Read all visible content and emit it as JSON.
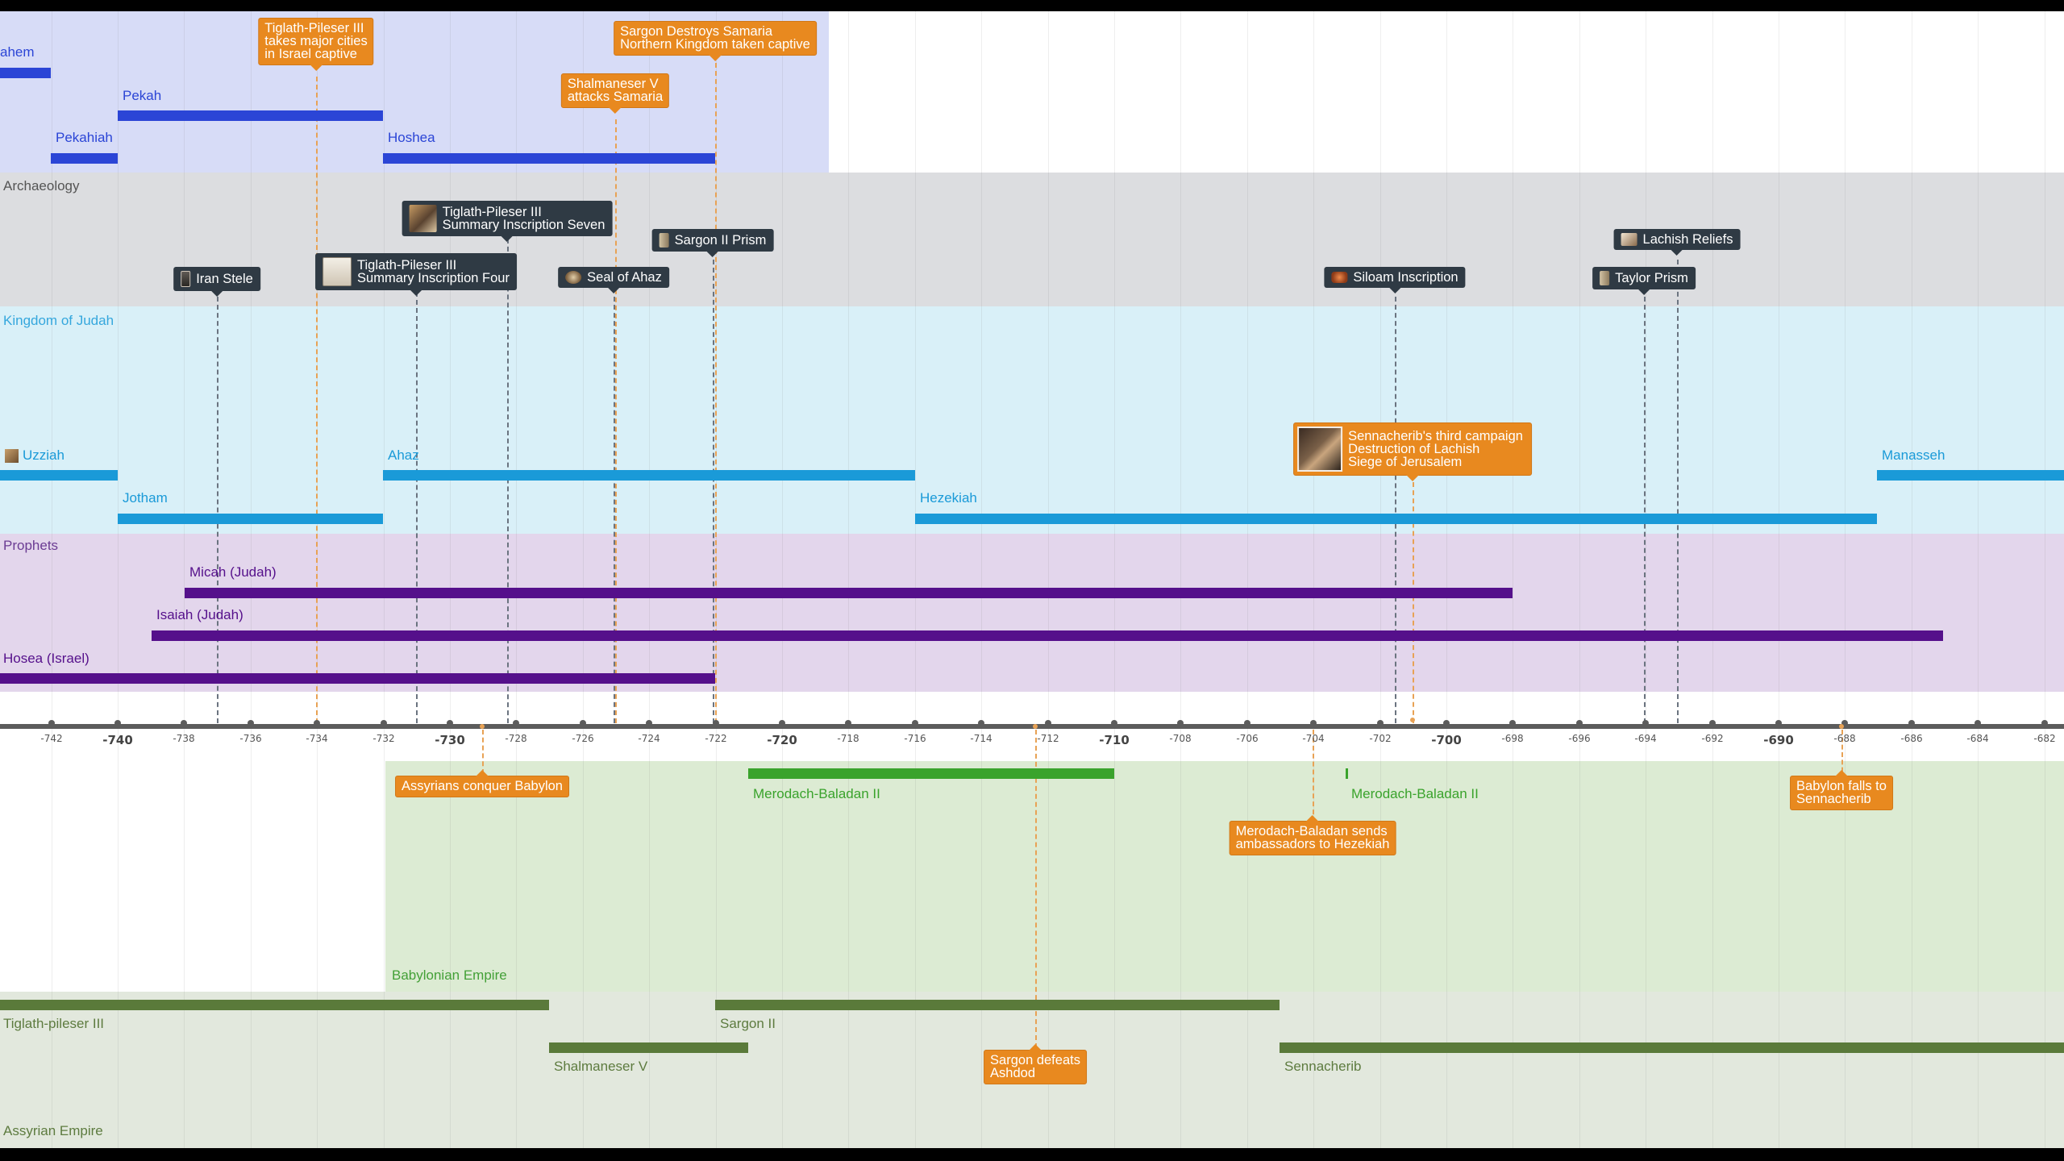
{
  "timeline": {
    "axis": {
      "minor_ticks": [
        "-742",
        "-738",
        "-736",
        "-734",
        "-732",
        "-728",
        "-726",
        "-724",
        "-722",
        "-718",
        "-716",
        "-714",
        "-712",
        "-708",
        "-706",
        "-704",
        "-702",
        "-698",
        "-696",
        "-694",
        "-692",
        "-688",
        "-686",
        "-684",
        "-682"
      ],
      "major_ticks": [
        "-740",
        "-730",
        "-720",
        "-710",
        "-700",
        "-690"
      ]
    },
    "groups": {
      "israel_kings": {
        "label": "",
        "color": "#d7dcf7"
      },
      "archaeology": {
        "label": "Archaeology",
        "color": "#dcdde0"
      },
      "judah": {
        "label": "Kingdom of Judah",
        "color": "#d9f0f8"
      },
      "prophets": {
        "label": "Prophets",
        "color": "#e3d6ec"
      },
      "babylon": {
        "label": "Babylonian Empire",
        "color": "#dcebd3"
      },
      "assyria": {
        "label": "Assyrian Empire",
        "color": "#e2e8dd"
      }
    },
    "bars": {
      "menahem": {
        "label": "ahem",
        "color": "#2b45d6"
      },
      "pekah": {
        "label": "Pekah",
        "color": "#2b45d6"
      },
      "pekahiah": {
        "label": "Pekahiah",
        "color": "#2b45d6"
      },
      "hoshea": {
        "label": "Hoshea",
        "color": "#2b45d6"
      },
      "uzziah": {
        "label": "Uzziah",
        "color": "#1a9ad8"
      },
      "ahaz": {
        "label": "Ahaz",
        "color": "#1a9ad8"
      },
      "jotham": {
        "label": "Jotham",
        "color": "#1a9ad8"
      },
      "hezekiah": {
        "label": "Hezekiah",
        "color": "#1a9ad8"
      },
      "manasseh": {
        "label": "Manasseh",
        "color": "#1a9ad8"
      },
      "micah": {
        "label": "Micah (Judah)",
        "color": "#55108b"
      },
      "isaiah": {
        "label": "Isaiah (Judah)",
        "color": "#55108b"
      },
      "hosea": {
        "label": "Hosea (Israel)",
        "color": "#55108b"
      },
      "merodach1": {
        "label": "Merodach-Baladan II",
        "color": "#3aa32c"
      },
      "merodach2": {
        "label": "Merodach-Baladan II",
        "color": "#3aa32c"
      },
      "tiglath": {
        "label": "Tiglath-pileser III",
        "color": "#5a7a3a"
      },
      "sargon": {
        "label": "Sargon II",
        "color": "#5a7a3a"
      },
      "shalmaneser": {
        "label": "Shalmaneser V",
        "color": "#5a7a3a"
      },
      "sennacherib": {
        "label": "Sennacherib",
        "color": "#5a7a3a"
      }
    },
    "events": {
      "tiglath_captive": {
        "lines": [
          "Tiglath-Pileser III",
          "takes major cities",
          "in Israel captive"
        ]
      },
      "sargon_samaria": {
        "lines": [
          "Sargon Destroys Samaria",
          "Northern Kingdom taken captive"
        ]
      },
      "shalmaneser_attack": {
        "lines": [
          "Shalmaneser V",
          "attacks Samaria"
        ]
      },
      "sennacherib_campaign": {
        "lines": [
          "Sennacherib's third campaign",
          "Destruction of Lachish",
          "Siege of Jerusalem"
        ]
      },
      "assyrians_babylon": {
        "lines": [
          "Assyrians conquer Babylon"
        ]
      },
      "merodach_ambassadors": {
        "lines": [
          "Merodach-Baladan sends",
          "ambassadors to Hezekiah"
        ]
      },
      "babylon_falls": {
        "lines": [
          "Babylon falls to",
          "Sennacherib"
        ]
      },
      "sargon_ashdod": {
        "lines": [
          "Sargon defeats",
          "Ashdod"
        ]
      }
    },
    "archaeology": {
      "iran_stele": {
        "lines": [
          "Iran Stele"
        ],
        "icon": "stele-icon"
      },
      "tp_seven": {
        "lines": [
          "Tiglath-Pileser III",
          "Summary Inscription Seven"
        ],
        "icon": "inscription-photo-icon"
      },
      "tp_four": {
        "lines": [
          "Tiglath-Pileser III",
          "Summary Inscription Four"
        ],
        "icon": "inscription-icon"
      },
      "seal_ahaz": {
        "lines": [
          "Seal of Ahaz"
        ],
        "icon": "seal-icon"
      },
      "sargon_prism": {
        "lines": [
          "Sargon II Prism"
        ],
        "icon": "prism-icon"
      },
      "siloam": {
        "lines": [
          "Siloam Inscription"
        ],
        "icon": "siloam-icon"
      },
      "lachish": {
        "lines": [
          "Lachish Reliefs"
        ],
        "icon": "relief-icon"
      },
      "taylor": {
        "lines": [
          "Taylor Prism"
        ],
        "icon": "prism-icon"
      }
    }
  }
}
